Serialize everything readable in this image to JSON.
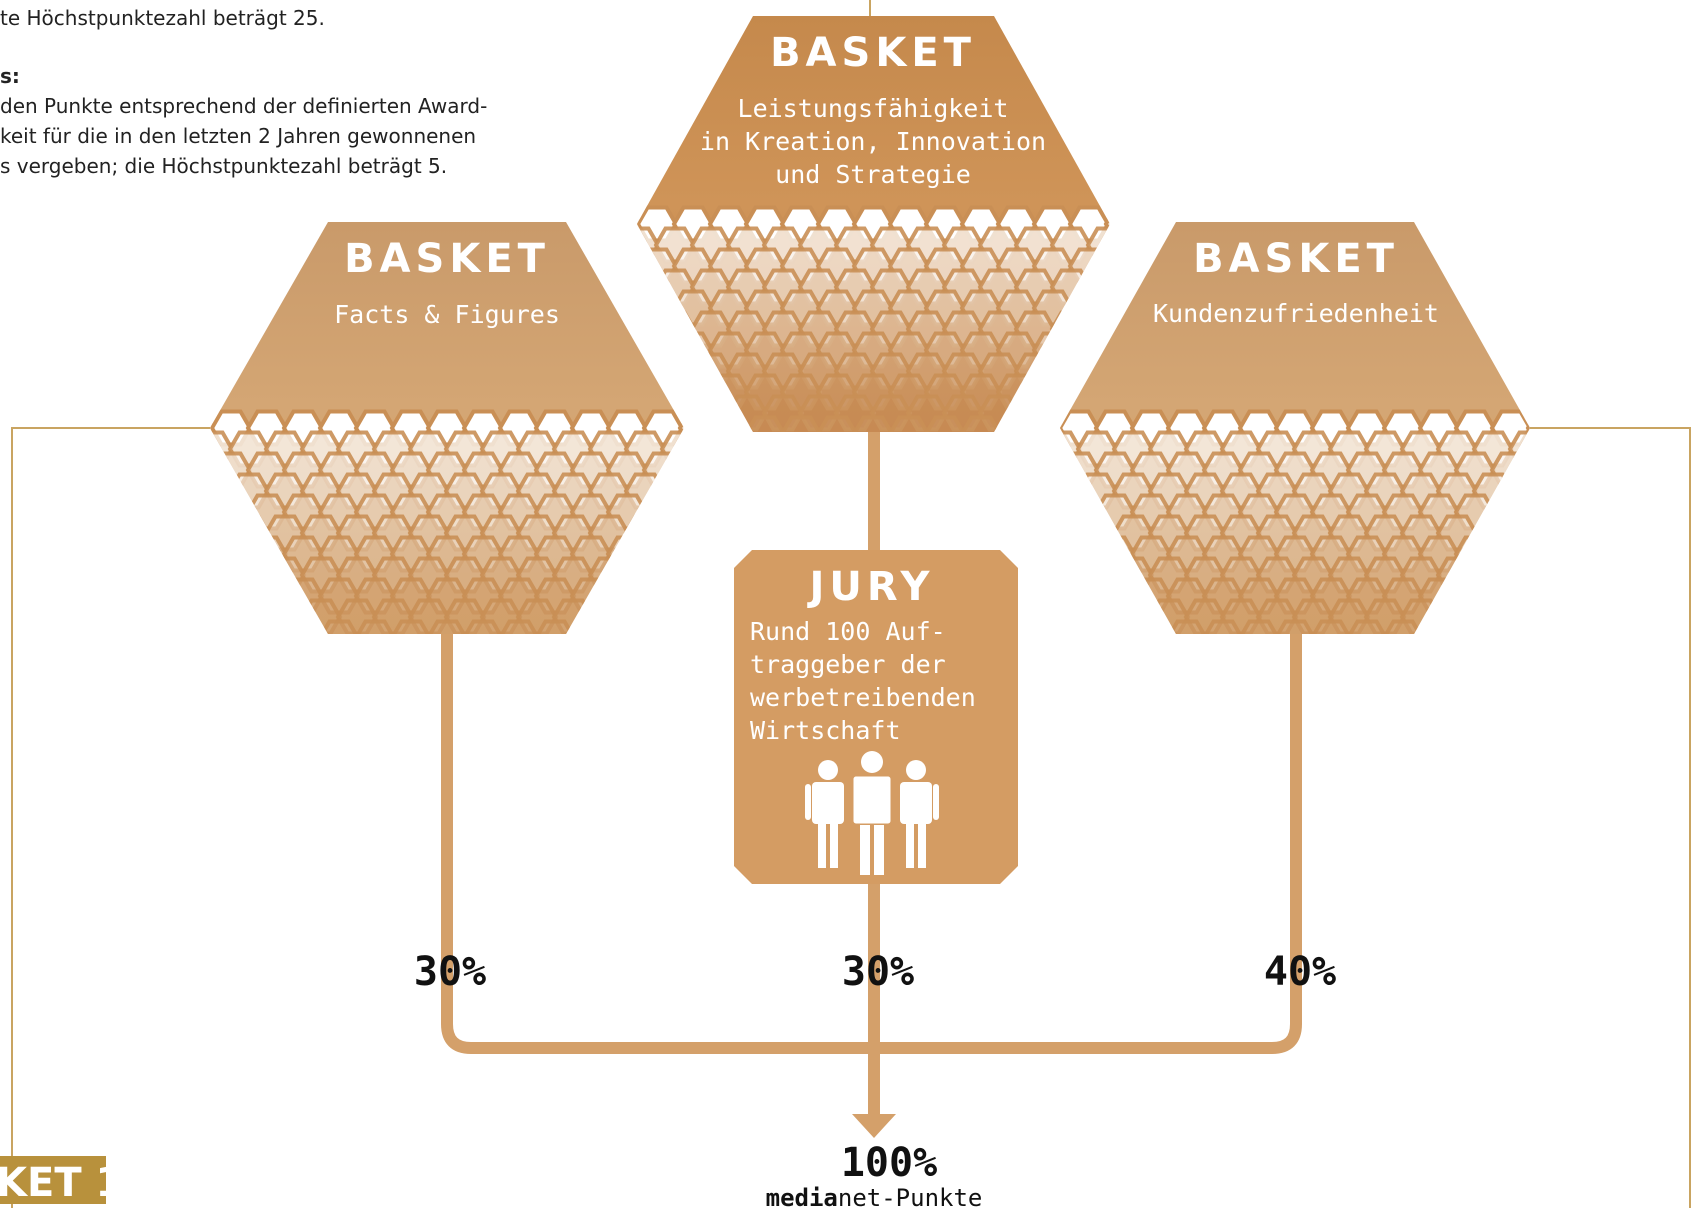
{
  "intro_text": {
    "line1": "te Höchstpunktezahl beträgt 25.",
    "heading": "s:",
    "line2": "den Punkte entsprechend der definierten Award-",
    "line3": "keit für die in den letzten 2 Jahren gewonnenen",
    "line4": "s vergeben; die Höchstpunktezahl beträgt 5."
  },
  "baskets": {
    "left": {
      "title": "BASKET",
      "subtitle": [
        "Facts & Figures"
      ]
    },
    "center": {
      "title": "BASKET",
      "subtitle": [
        "Leistungsfähigkeit",
        "in Kreation, Innovation",
        "und Strategie"
      ]
    },
    "right": {
      "title": "BASKET",
      "subtitle": [
        "Kundenzufriedenheit"
      ]
    }
  },
  "jury": {
    "title": "JURY",
    "text": [
      "Rund 100 Auf-",
      "traggeber der",
      "werbetreibenden",
      "Wirtschaft"
    ],
    "icon": "people-group-icon"
  },
  "weights": {
    "left": "30%",
    "center": "30%",
    "right": "40%"
  },
  "total": {
    "value": "100%",
    "label_bold": "media",
    "label_rest": "net-Punkte"
  },
  "badge": {
    "text": "KET 1"
  },
  "colors": {
    "hex_top": "#c88c50",
    "hex_light": "#d9a673",
    "connector": "#d4a06a",
    "thin_line": "#c9a461",
    "badge": "#b8913c"
  }
}
